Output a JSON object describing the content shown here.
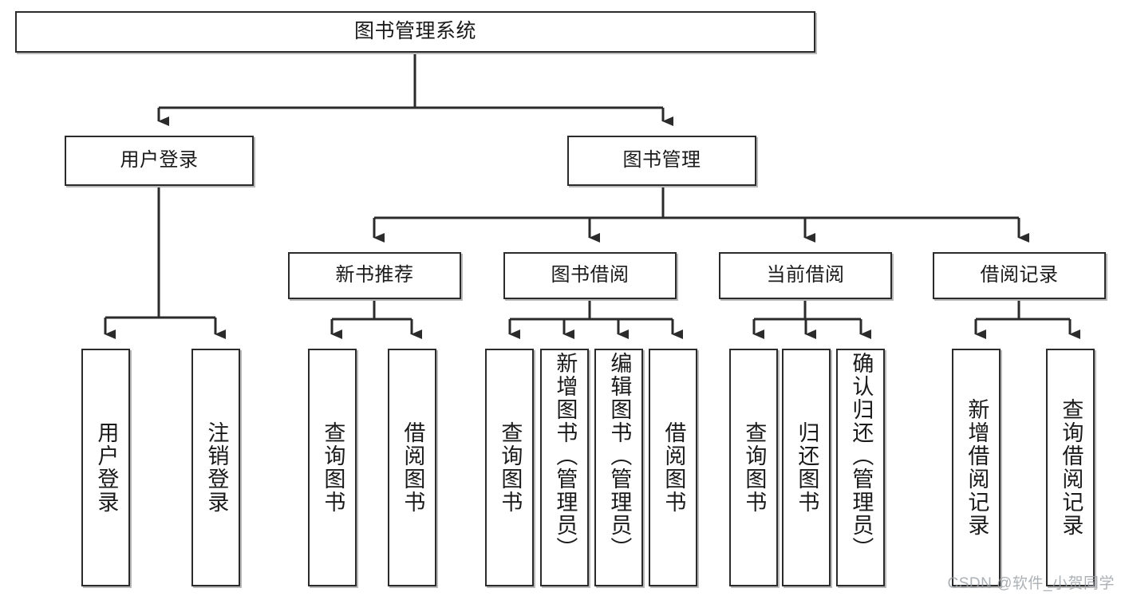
{
  "diagram": {
    "title": "图书管理系统",
    "type": "tree-hierarchy",
    "root": {
      "label": "图书管理系统"
    },
    "level2": [
      {
        "id": "user-login",
        "label": "用户登录"
      },
      {
        "id": "book-manage",
        "label": "图书管理"
      }
    ],
    "level3": [
      {
        "id": "new-book-recommend",
        "label": "新书推荐"
      },
      {
        "id": "book-borrow",
        "label": "图书借阅"
      },
      {
        "id": "current-borrow",
        "label": "当前借阅"
      },
      {
        "id": "borrow-record",
        "label": "借阅记录"
      }
    ],
    "leaves": {
      "user_login": [
        {
          "id": "leaf-user-login",
          "label": "用户登录"
        },
        {
          "id": "leaf-logout-login",
          "label": "注销登录"
        }
      ],
      "new_book_recommend": [
        {
          "id": "leaf-query-book-1",
          "label": "查询图书"
        },
        {
          "id": "leaf-borrow-book-1",
          "label": "借阅图书"
        }
      ],
      "book_borrow": [
        {
          "id": "leaf-query-book-2",
          "label": "查询图书"
        },
        {
          "id": "leaf-add-book",
          "label": "新增图书（管理员）"
        },
        {
          "id": "leaf-edit-book",
          "label": "编辑图书（管理员）"
        },
        {
          "id": "leaf-borrow-book-2",
          "label": "借阅图书"
        }
      ],
      "current_borrow": [
        {
          "id": "leaf-query-book-3",
          "label": "查询图书"
        },
        {
          "id": "leaf-return-book",
          "label": "归还图书"
        },
        {
          "id": "leaf-confirm-return",
          "label": "确认归还（管理员）"
        }
      ],
      "borrow_record": [
        {
          "id": "leaf-add-record",
          "label": "新增借阅记录"
        },
        {
          "id": "leaf-query-record",
          "label": "查询借阅记录"
        }
      ]
    }
  },
  "watermark": {
    "text": "CSDN @软件_小贺同学"
  },
  "colors": {
    "stroke": "#2b2b2b",
    "shadow": "#b9b9b9",
    "background": "#ffffff",
    "text": "#1a1a1a",
    "watermark": "#9aa0a6"
  }
}
